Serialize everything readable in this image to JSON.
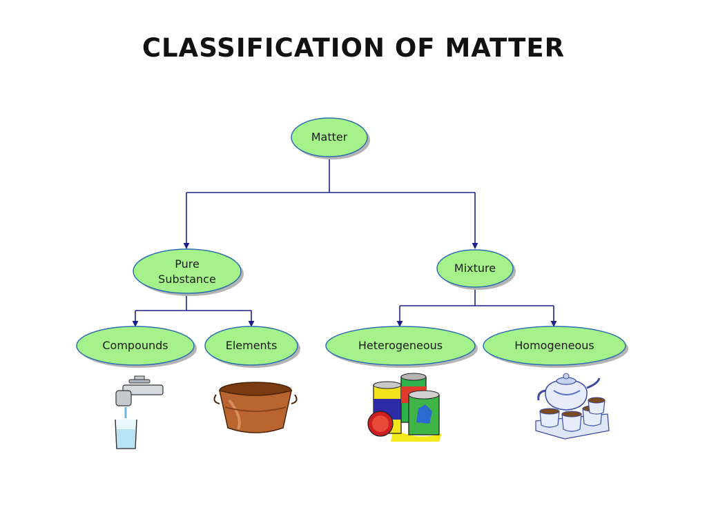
{
  "title": "CLASSIFICATION OF MATTER",
  "colors": {
    "node_fill": "#a6f28a",
    "node_stroke": "#2a6eb0",
    "edge": "#1b1f8a",
    "shadow": "#b0b0b0"
  },
  "nodes": {
    "matter": {
      "label": "Matter"
    },
    "pure": {
      "line1": "Pure",
      "line2": "Substance"
    },
    "mixture": {
      "label": "Mixture"
    },
    "compounds": {
      "label": "Compounds"
    },
    "elements": {
      "label": "Elements"
    },
    "heterogeneous": {
      "label": "Heterogeneous"
    },
    "homogeneous": {
      "label": "Homogeneous"
    }
  },
  "illustrations": [
    {
      "node": "compounds",
      "icon": "water-faucet-icon"
    },
    {
      "node": "elements",
      "icon": "copper-tub-icon"
    },
    {
      "node": "heterogeneous",
      "icon": "paint-cans-icon"
    },
    {
      "node": "homogeneous",
      "icon": "tea-set-icon"
    }
  ]
}
